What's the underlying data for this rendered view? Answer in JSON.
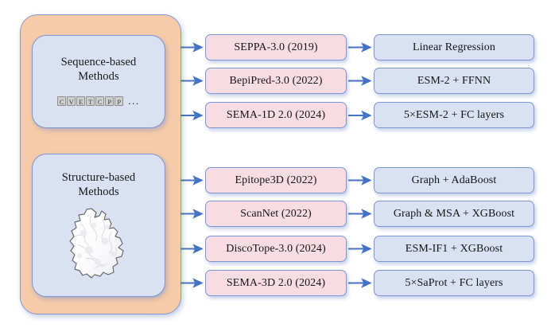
{
  "diagram": {
    "title_text": "",
    "colors": {
      "container_fill": "#F6CBA8",
      "category_fill": "#D9E1F3",
      "method_fill": "#F8DCE3",
      "model_fill": "#D9E1F3",
      "border": "#7C95D3",
      "arrow": "#4472C4"
    }
  },
  "container": {
    "name": "epitope-prediction-methods-group"
  },
  "categories": [
    {
      "id": "sequence",
      "label_line1": "Sequence-based",
      "label_line2": "Methods",
      "sequence_letters": [
        "C",
        "V",
        "E",
        "T",
        "C",
        "P",
        "P"
      ],
      "sequence_ellipsis": "...",
      "icon": "amino-acid-sequence-icon"
    },
    {
      "id": "structure",
      "label_line1": "Structure-based",
      "label_line2": "Methods",
      "icon": "protein-surface-structure-icon"
    }
  ],
  "rows": [
    {
      "category": "sequence",
      "method": "SEPPA-3.0 (2019)",
      "model": "Linear Regression"
    },
    {
      "category": "sequence",
      "method": "BepiPred-3.0 (2022)",
      "model": "ESM-2 + FFNN"
    },
    {
      "category": "sequence",
      "method": "SEMA-1D 2.0 (2024)",
      "model": "5×ESM-2 + FC layers"
    },
    {
      "category": "structure",
      "method": "Epitope3D (2022)",
      "model": "Graph + AdaBoost"
    },
    {
      "category": "structure",
      "method": "ScanNet (2022)",
      "model": "Graph & MSA + XGBoost"
    },
    {
      "category": "structure",
      "method": "DiscoTope-3.0 (2024)",
      "model": "ESM-IF1 + XGBoost"
    },
    {
      "category": "structure",
      "method": "SEMA-3D 2.0 (2024)",
      "model": "5×SaProt + FC layers"
    }
  ]
}
